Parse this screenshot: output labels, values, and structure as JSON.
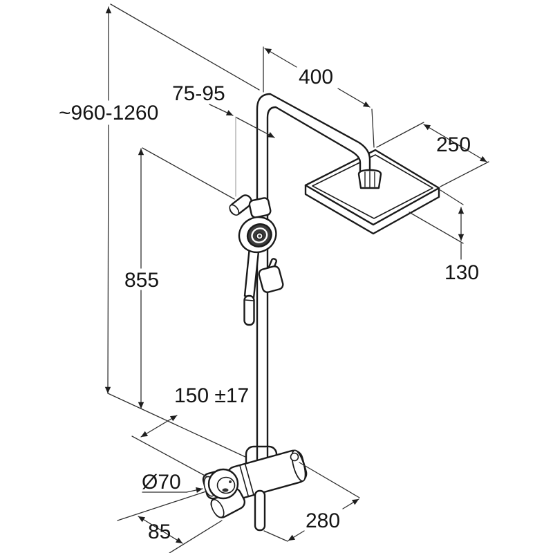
{
  "title": "Shower system dimensional drawing",
  "dims": {
    "height": "~960-1260",
    "offset": "75-95",
    "arm": "400",
    "head": "250",
    "drop": "130",
    "rail": "855",
    "spacing": "150 ±17",
    "rosette": "Ø70",
    "offset2": "85",
    "mixer": "280"
  },
  "colors": {
    "line": "#1a1a1a",
    "dim_line": "#2f2f2f",
    "light_ext_line": "#9a9a9a",
    "background": "#ffffff",
    "spray_face": "#3b3b3b"
  }
}
